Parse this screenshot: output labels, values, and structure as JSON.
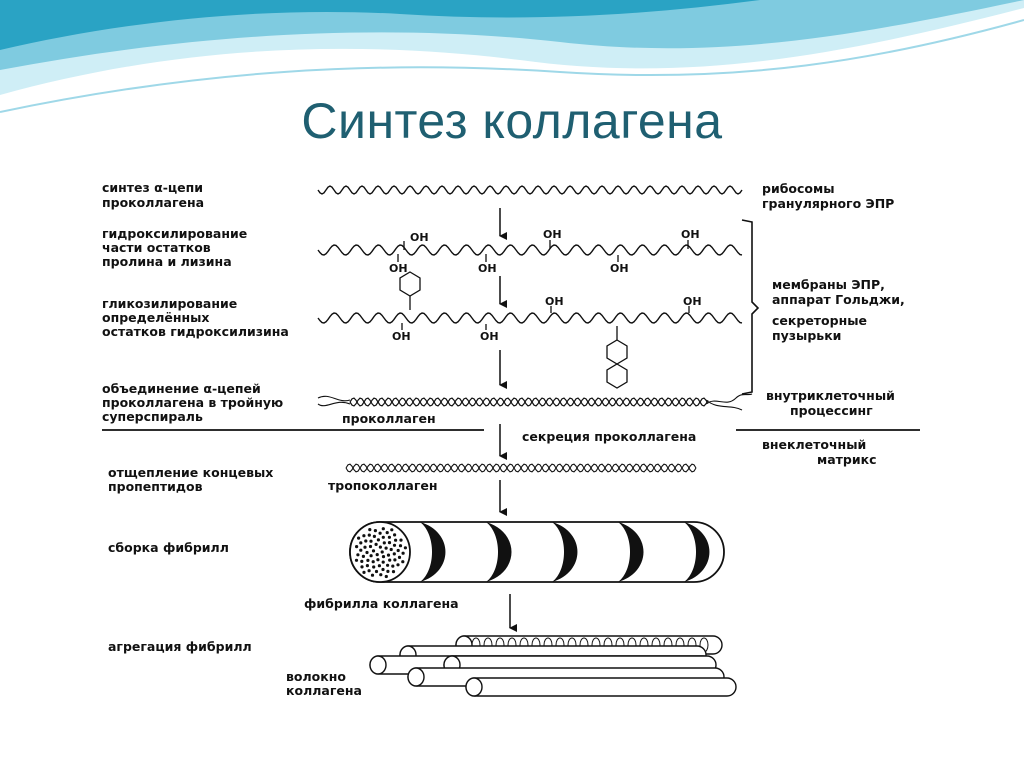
{
  "title": "Синтез коллагена",
  "colors": {
    "title": "#1f5f71",
    "wave_dark": "#2aa3c4",
    "wave_light": "#9fd8e8"
  },
  "left_labels": {
    "synthesis": [
      "синтез α-цепи",
      "проколлагена"
    ],
    "hydroxylation": [
      "гидроксилирование",
      "части остатков",
      "пролина и лизина"
    ],
    "glycosylation": [
      "гликозилирование",
      "определённых",
      "остатков гидроксилизина"
    ],
    "assembly": [
      "объединение α-цепей",
      "проколлагена в тройную",
      "суперспираль"
    ],
    "cleavage": [
      "отщепление концевых",
      "пропептидов"
    ],
    "fibril_assembly": "сборка фибрилл",
    "aggregation": "агрегация фибрилл"
  },
  "right_labels": {
    "ribosomes": [
      "рибосомы",
      "гранулярного ЭПР"
    ],
    "membranes": [
      "мембраны ЭПР,",
      "аппарат Гольджи,",
      "секреторные",
      "пузырьки"
    ],
    "intracellular": [
      "внутриклеточный",
      "процессинг"
    ],
    "extracellular": [
      "внеклеточный",
      "матрикс"
    ]
  },
  "center_labels": {
    "procollagen": "проколлаген",
    "secretion": "секреция проколлагена",
    "tropocollagen": "тропоколлаген",
    "fibril": "фибрилла коллагена",
    "fiber": [
      "волокно",
      "коллагена"
    ]
  },
  "oh_label": "OH"
}
